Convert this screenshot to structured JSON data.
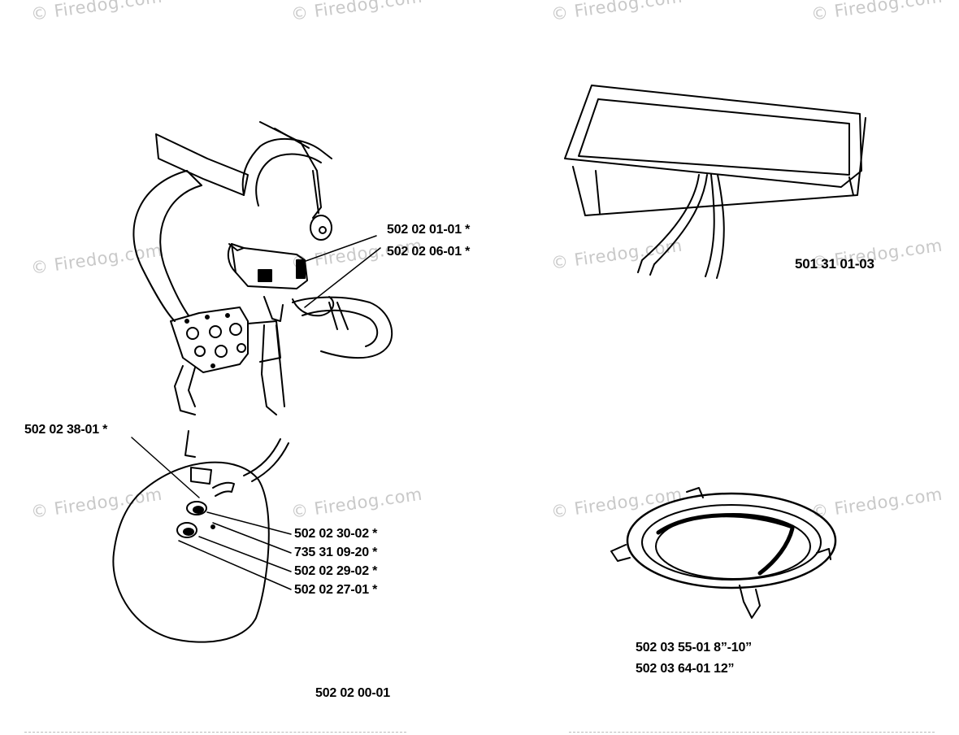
{
  "watermark": "© Firedog.com",
  "harness": {
    "labels": [
      "502 02 01-01  *",
      "502 02 06-01  *",
      "502 02 38-01  *",
      "502 02 30-02  *",
      "735 31 09-20  *",
      "502 02 29-02  *",
      "502 02 27-01  *"
    ],
    "assembly": "502 02 00-01"
  },
  "bag": {
    "label": "501 31 01-03"
  },
  "ring": {
    "labels": [
      "502 03 55-01 8”-10”",
      "502 03 64-01 12”"
    ]
  }
}
